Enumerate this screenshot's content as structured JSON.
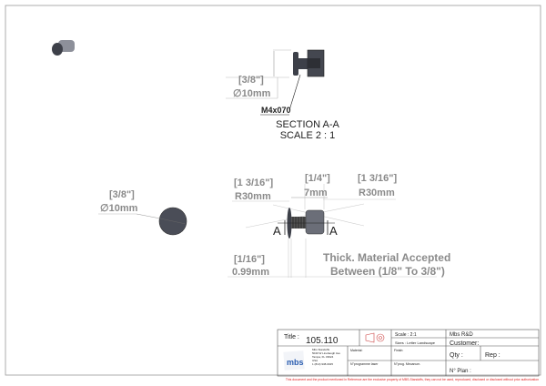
{
  "section_view": {
    "dim_inch": "[3/8\"]",
    "dim_mm": "∅10mm",
    "thread_label": "M4x070",
    "title": "SECTION A-A",
    "scale": "SCALE 2 : 1"
  },
  "front_view": {
    "dim_inch": "[3/8\"]",
    "dim_mm": "∅10mm"
  },
  "side_view": {
    "radius_left_inch": "[1 3/16\"]",
    "radius_left_mm": "R30mm",
    "width_inch": "[1/4\"]",
    "width_mm": "7mm",
    "radius_right_inch": "[1 3/16\"]",
    "radius_right_mm": "R30mm",
    "head_inch": "[1/16\"]",
    "head_mm": "0.99mm",
    "section_marker_left": "A",
    "section_marker_right": "A",
    "note_line1": "Thick. Material Accepted",
    "note_line2": "Between (1/8\" To 3/8\")"
  },
  "title_block": {
    "title_label": "Title :",
    "title_value": "105.110",
    "scale": "Scale : 2:1",
    "sizes": "Sizes : Letter Landscape",
    "company": "Mbs R&D",
    "customer": "Customer:",
    "qty": "Qty :",
    "rep": "Rep :",
    "plan": "N° Plan :",
    "material": "Material:",
    "finish": "Finish:",
    "programme_laser": "N°programme laser",
    "prog_mecanum": "N°prog. Mecanum.",
    "address": [
      "Mbs Standoffs",
      "5040 W Linebaugh Ave",
      "Tampa, FL 33624",
      "USA",
      "1 (813) 938-6025"
    ],
    "logo_text": "mbs"
  },
  "footer_notice": "This document and the product mentioned in Reference are the exclusive property of MBS-Standoffs, they can not be used, reproduced, disclosed or disclosed without prior authorization",
  "colors": {
    "part": "#4a4d57",
    "dimension": "#8a8a8a",
    "notice": "#e02020",
    "logo": "#2a5db0"
  }
}
